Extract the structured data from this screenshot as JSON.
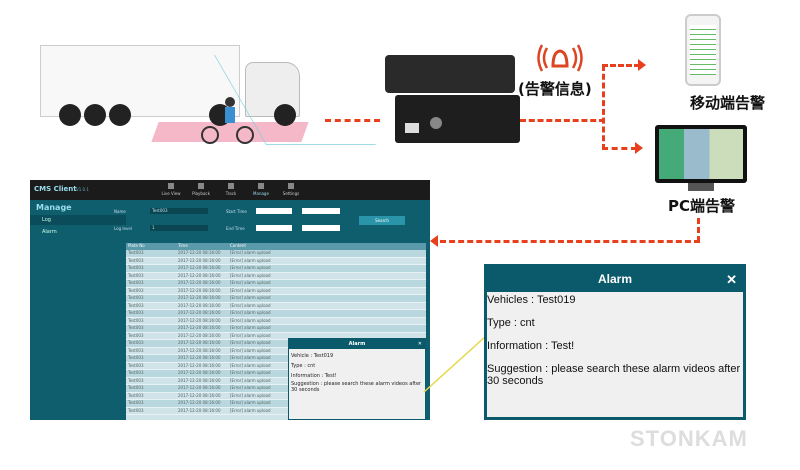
{
  "labels": {
    "alarm_info": "(告警信息)",
    "mobile_alarm": "移动端告警",
    "pc_alarm": "PC端告警",
    "brand": "STONKAM"
  },
  "cms": {
    "title": "CMS Client",
    "version": "V1.0.1",
    "nav": [
      "Live View",
      "Playback",
      "Track",
      "Manage",
      "Settings"
    ],
    "side_title": "Manage",
    "side_items": [
      "Log",
      "Alarm"
    ],
    "form": {
      "name_label": "Name",
      "name_value": "Test003",
      "log_level_label": "Log level",
      "log_level_value": "1",
      "start_time_label": "Start Time",
      "end_time_label": "End Time",
      "search": "Search"
    },
    "columns": [
      "Plate No",
      "Time",
      "Content"
    ],
    "row_plate": "Test003",
    "row_time": "2017-12-20 08:16:00",
    "row_content": "[Error] alarm upload"
  },
  "small_alarm": {
    "title": "Alarm",
    "vehicle": "Vehicle : Test019",
    "type": "Type : cnt",
    "info": "Information : Test!",
    "suggestion": "Suggestion : please search these alarm videos after 30 seconds"
  },
  "big_alarm": {
    "title": "Alarm",
    "close": "✕",
    "vehicle": "Vehicles : Test019",
    "type": "Type : cnt",
    "info": "Information : Test!",
    "suggestion": "Suggestion : please search these alarm videos after 30 seconds"
  }
}
